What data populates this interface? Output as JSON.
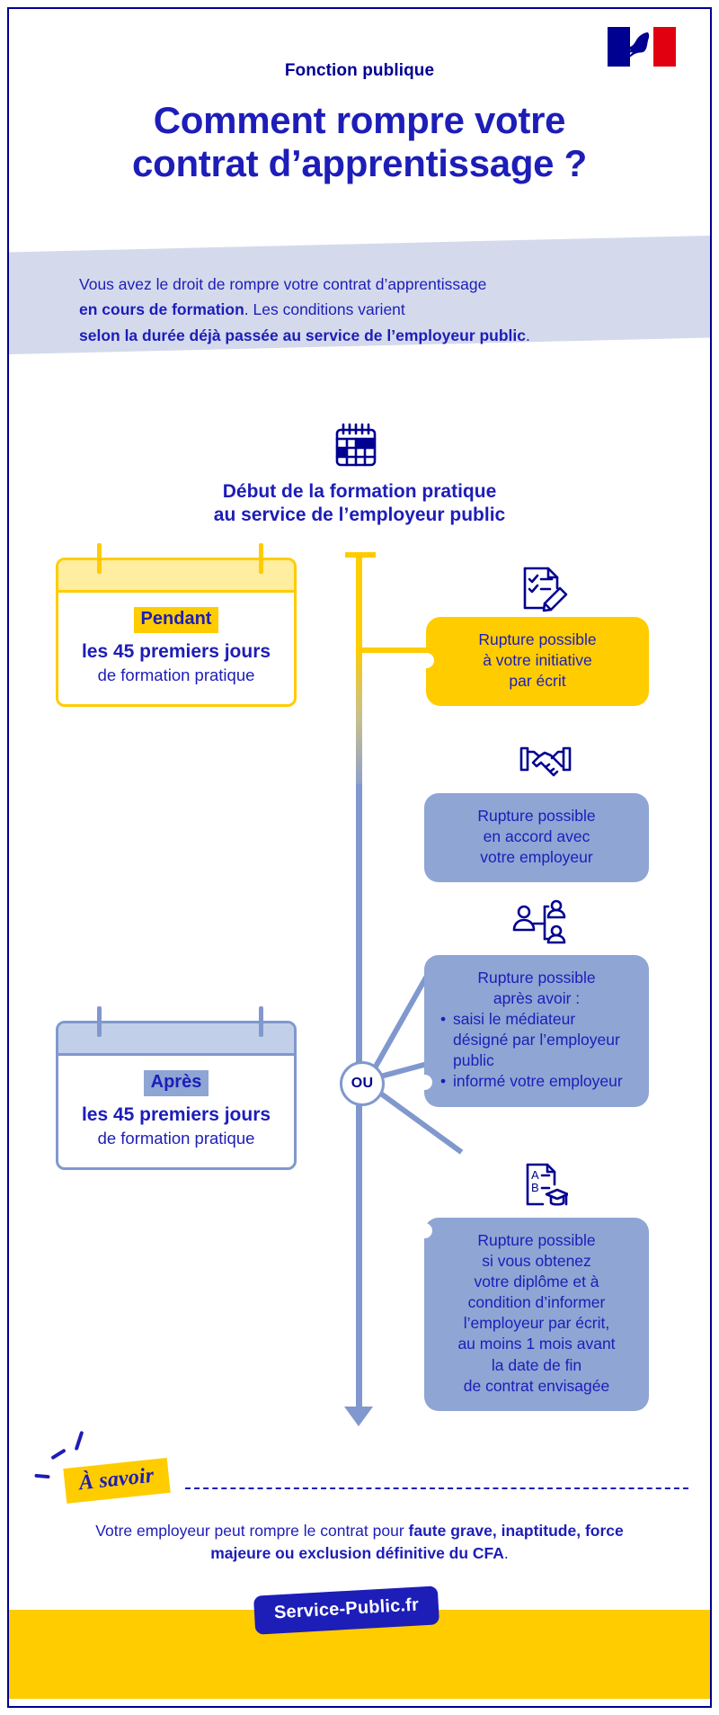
{
  "header": {
    "logo_name": "marianne-french-republic-logo",
    "eyebrow": "Fonction publique",
    "title_line1": "Comment rompre votre",
    "title_line2": "contrat d’apprentissage ?"
  },
  "intro": {
    "line1_plain": "Vous avez le droit de rompre votre contrat d’apprentissage",
    "line2_bold": "en cours de formation",
    "line2_plain": ". Les conditions varient",
    "line3_bold": "selon la durée déjà passée au service de l’employeur public",
    "line3_plain": "."
  },
  "timeline": {
    "start_icon": "calendar-icon",
    "start_heading_line1": "Début de la formation pratique",
    "start_heading_line2": "au service de l’employeur public",
    "hub_label": "OU"
  },
  "periods": [
    {
      "icon": "calendar-card-icon",
      "tag": "Pendant",
      "line1": "les 45 premiers jours",
      "line2": "de formation pratique",
      "accent": "#FFCC00"
    },
    {
      "icon": "calendar-card-icon",
      "tag": "Après",
      "line1": "les 45 premiers jours",
      "line2": "de formation pratique",
      "accent": "#8098CE"
    }
  ],
  "options": [
    {
      "icon": "checklist-pen-icon",
      "style": "yellow",
      "lines": [
        "Rupture possible",
        "à votre initiative",
        "par écrit"
      ]
    },
    {
      "icon": "handshake-icon",
      "style": "blue",
      "lines": [
        "Rupture possible",
        "en accord avec",
        "votre employeur"
      ]
    },
    {
      "icon": "mediator-people-icon",
      "style": "blue",
      "lines": [
        "Rupture possible",
        "après avoir :"
      ],
      "bullets": [
        "saisi le médiateur désigné par l’employeur public",
        "informé votre employeur"
      ]
    },
    {
      "icon": "diploma-graduation-icon",
      "style": "blue",
      "lines": [
        "Rupture possible",
        "si vous obtenez",
        "votre diplôme et à",
        "condition d’informer",
        "l’employeur par écrit,",
        "au moins 1 mois avant",
        "la date de fin",
        "de contrat envisagée"
      ]
    }
  ],
  "note": {
    "badge": "À savoir",
    "text_plain_1": "Votre employeur peut rompre le contrat pour ",
    "text_bold": "faute grave, inaptitude, force majeure ou exclusion définitive du CFA",
    "text_plain_2": "."
  },
  "footer": {
    "brand": "Service-Public.fr"
  },
  "colors": {
    "brand_blue": "#000091",
    "text_blue": "#1D1DB8",
    "yellow": "#FFCC00",
    "light_yellow": "#FFEDA0",
    "periwinkle": "#8FA5D4",
    "light_periwinkle": "#C2CFE8",
    "band_blue": "#D4DAEC",
    "red": "#E1000F"
  }
}
